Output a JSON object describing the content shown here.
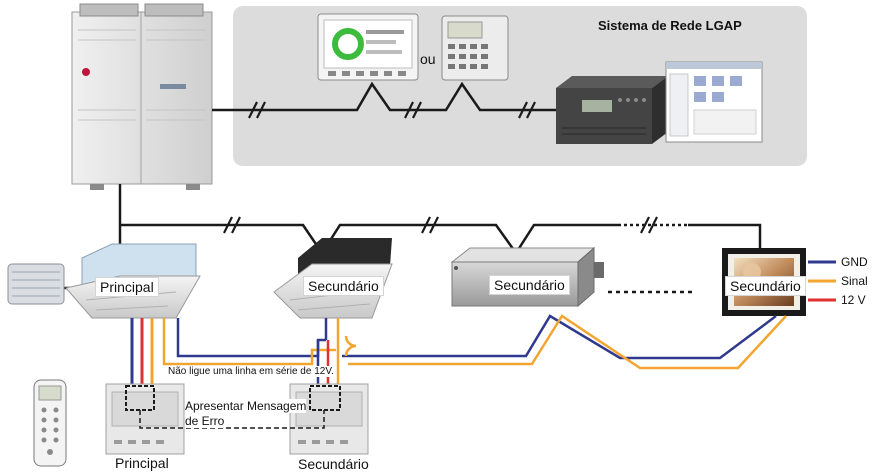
{
  "network_title": "Sistema de Rede LGAP",
  "or_label": "ou",
  "unit_labels": {
    "indoor_1": "Principal",
    "indoor_2": "Secundário",
    "indoor_3": "Secundário",
    "indoor_4": "Secundário"
  },
  "controller_labels": {
    "main": "Principal",
    "sub": "Secundário"
  },
  "warning_note": "Não ligue uma linha em série de 12V.",
  "error_note_line1": "Apresentar Mensagem",
  "error_note_line2": "de Erro",
  "legend": [
    {
      "label": "GND",
      "color": "#2f3a8f"
    },
    {
      "label": "Sinal",
      "color": "#f2a531"
    },
    {
      "label": "12 V",
      "color": "#e03030"
    }
  ],
  "colors": {
    "panel_bg": "#dcdcdc",
    "comm_line": "#1a1a1a",
    "gnd": "#2f3a8f",
    "signal": "#f2a531",
    "v12": "#e03030"
  }
}
